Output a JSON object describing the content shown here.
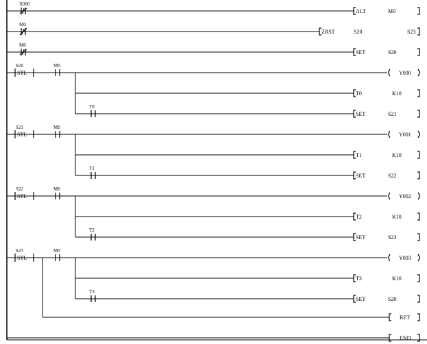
{
  "rungs": [
    {
      "contacts": [
        {
          "type": "pulse",
          "label": "X000"
        }
      ],
      "instr": {
        "kind": "func",
        "op": "ALT",
        "args": [
          "M0"
        ]
      }
    },
    {
      "contacts": [
        {
          "type": "nc-pulse",
          "label": "M0"
        }
      ],
      "instr": {
        "kind": "func",
        "op": "ZRST",
        "args": [
          "S20",
          "S23"
        ]
      }
    },
    {
      "contacts": [
        {
          "type": "pulse",
          "label": "M0"
        }
      ],
      "instr": {
        "kind": "func",
        "op": "SET",
        "args": [
          "S20"
        ]
      }
    },
    {
      "contacts": [
        {
          "type": "stl",
          "label": "S20"
        },
        {
          "type": "no",
          "label": "M0"
        }
      ],
      "instr": {
        "kind": "coil",
        "op": "Y000",
        "args": []
      },
      "branches": [
        {
          "instr": {
            "kind": "func",
            "op": "T0",
            "args": [
              "K10"
            ]
          }
        },
        {
          "contact": {
            "type": "no",
            "label": "T0"
          },
          "instr": {
            "kind": "func",
            "op": "SET",
            "args": [
              "S21"
            ]
          }
        }
      ]
    },
    {
      "contacts": [
        {
          "type": "stl",
          "label": "S21"
        },
        {
          "type": "no",
          "label": "M0"
        }
      ],
      "instr": {
        "kind": "coil",
        "op": "Y001",
        "args": []
      },
      "branches": [
        {
          "instr": {
            "kind": "func",
            "op": "T1",
            "args": [
              "K10"
            ]
          }
        },
        {
          "contact": {
            "type": "no",
            "label": "T1"
          },
          "instr": {
            "kind": "func",
            "op": "SET",
            "args": [
              "S22"
            ]
          }
        }
      ]
    },
    {
      "contacts": [
        {
          "type": "stl",
          "label": "S22"
        },
        {
          "type": "no",
          "label": "M0"
        }
      ],
      "instr": {
        "kind": "coil",
        "op": "Y002",
        "args": []
      },
      "branches": [
        {
          "instr": {
            "kind": "func",
            "op": "T2",
            "args": [
              "K10"
            ]
          }
        },
        {
          "contact": {
            "type": "no",
            "label": "T2"
          },
          "instr": {
            "kind": "func",
            "op": "SET",
            "args": [
              "S23"
            ]
          }
        }
      ]
    },
    {
      "contacts": [
        {
          "type": "stl",
          "label": "S23"
        },
        {
          "type": "no",
          "label": "M0"
        }
      ],
      "instr": {
        "kind": "coil",
        "op": "Y003",
        "args": []
      },
      "branches": [
        {
          "instr": {
            "kind": "func",
            "op": "T3",
            "args": [
              "K10"
            ]
          }
        },
        {
          "contact": {
            "type": "no",
            "label": "T3"
          },
          "instr": {
            "kind": "func",
            "op": "SET",
            "args": [
              "S20"
            ]
          }
        }
      ],
      "return": {
        "instr": {
          "kind": "func",
          "op": "RET",
          "args": []
        }
      }
    },
    {
      "contacts": [],
      "instr": {
        "kind": "func",
        "op": "END",
        "args": []
      }
    }
  ],
  "stl_text": "STL"
}
